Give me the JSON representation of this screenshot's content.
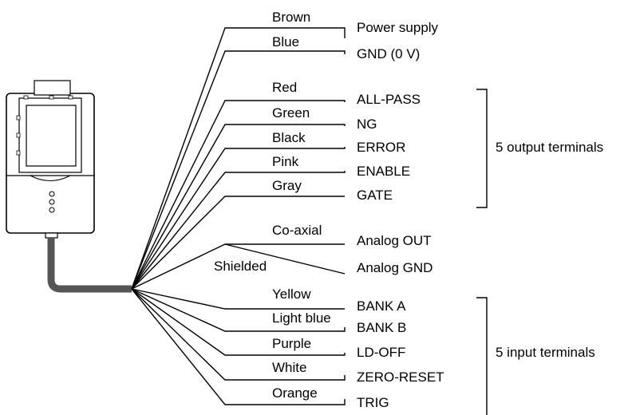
{
  "colors": {
    "line": "#000000",
    "cable": "#555555",
    "device_fill": "#ffffff",
    "background": "#ffffff"
  },
  "device": {
    "icon": "sensor-controller-icon"
  },
  "wires": [
    {
      "color": "Brown",
      "signal": "Power supply"
    },
    {
      "color": "Blue",
      "signal": "GND (0 V)"
    },
    {
      "color": "Red",
      "signal": "ALL-PASS"
    },
    {
      "color": "Green",
      "signal": "NG"
    },
    {
      "color": "Black",
      "signal": "ERROR"
    },
    {
      "color": "Pink",
      "signal": "ENABLE"
    },
    {
      "color": "Gray",
      "signal": "GATE"
    },
    {
      "color": "Co-axial",
      "signal": "Analog OUT"
    },
    {
      "color": "Shielded",
      "signal": "Analog GND"
    },
    {
      "color": "Yellow",
      "signal": "BANK A"
    },
    {
      "color": "Light blue",
      "signal": "BANK B"
    },
    {
      "color": "Purple",
      "signal": "LD-OFF"
    },
    {
      "color": "White",
      "signal": "ZERO-RESET"
    },
    {
      "color": "Orange",
      "signal": "TRIG"
    }
  ],
  "groups": {
    "output": "5 output terminals",
    "input": "5 input terminals"
  }
}
